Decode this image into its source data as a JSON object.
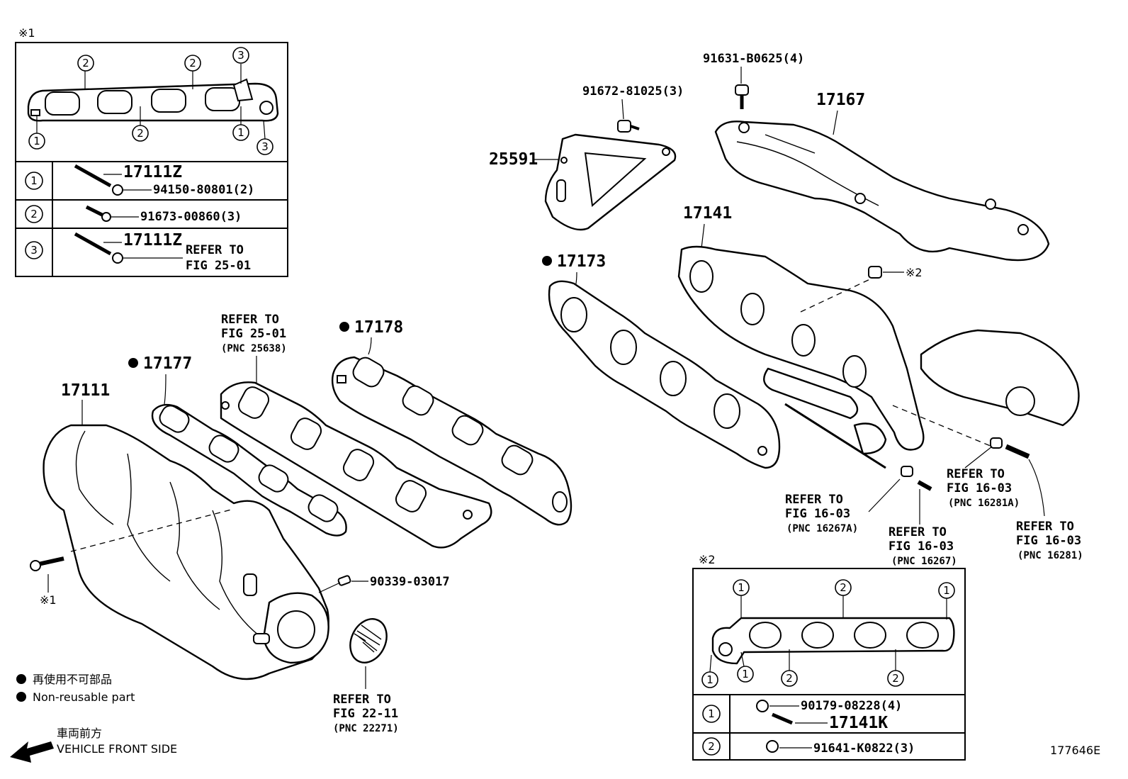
{
  "diagram_id": "177646E",
  "inset1": {
    "mark": "※1",
    "rows": [
      {
        "num": "①",
        "parts": [
          "17111Z",
          "94150-80801(2)"
        ]
      },
      {
        "num": "②",
        "parts": [
          "91673-00860(3)"
        ]
      },
      {
        "num": "③",
        "parts": [
          "17111Z",
          "REFER TO",
          "FIG 25-01"
        ]
      }
    ]
  },
  "inset2": {
    "mark": "※2",
    "rows": [
      {
        "num": "①",
        "parts": [
          "90179-08228(4)",
          "17141K"
        ]
      },
      {
        "num": "②",
        "parts": [
          "91641-K0822(3)"
        ]
      }
    ]
  },
  "parts": {
    "p17111": "17111",
    "p17177": "17177",
    "p17178": "17178",
    "p17173": "17173",
    "p17141": "17141",
    "p17167": "17167",
    "p25591": "25591",
    "p91672": "91672-81025(3)",
    "p91631": "91631-B0625(4)",
    "p90339": "90339-03017",
    "mark1": "※1",
    "mark2": "※2"
  },
  "refs": {
    "r25_01": {
      "line1": "REFER TO",
      "line2": "FIG 25-01",
      "line3": "(PNC 25638)"
    },
    "r22_11": {
      "line1": "REFER TO",
      "line2": "FIG 22-11",
      "line3": "(PNC 22271)"
    },
    "r16267A": {
      "line1": "REFER TO",
      "line2": "FIG 16-03",
      "line3": "(PNC 16267A)"
    },
    "r16267": {
      "line1": "REFER TO",
      "line2": "FIG 16-03",
      "line3": "(PNC 16267)"
    },
    "r16281A": {
      "line1": "REFER TO",
      "line2": "FIG 16-03",
      "line3": "(PNC 16281A)"
    },
    "r16281": {
      "line1": "REFER TO",
      "line2": "FIG 16-03",
      "line3": "(PNC 16281)"
    }
  },
  "legend": {
    "jp": "再使用不可部品",
    "en": "Non-reusable part"
  },
  "front": {
    "jp": "車両前方",
    "en": "VEHICLE FRONT SIDE"
  },
  "numbers": {
    "one": "1",
    "two": "2",
    "three": "3"
  }
}
